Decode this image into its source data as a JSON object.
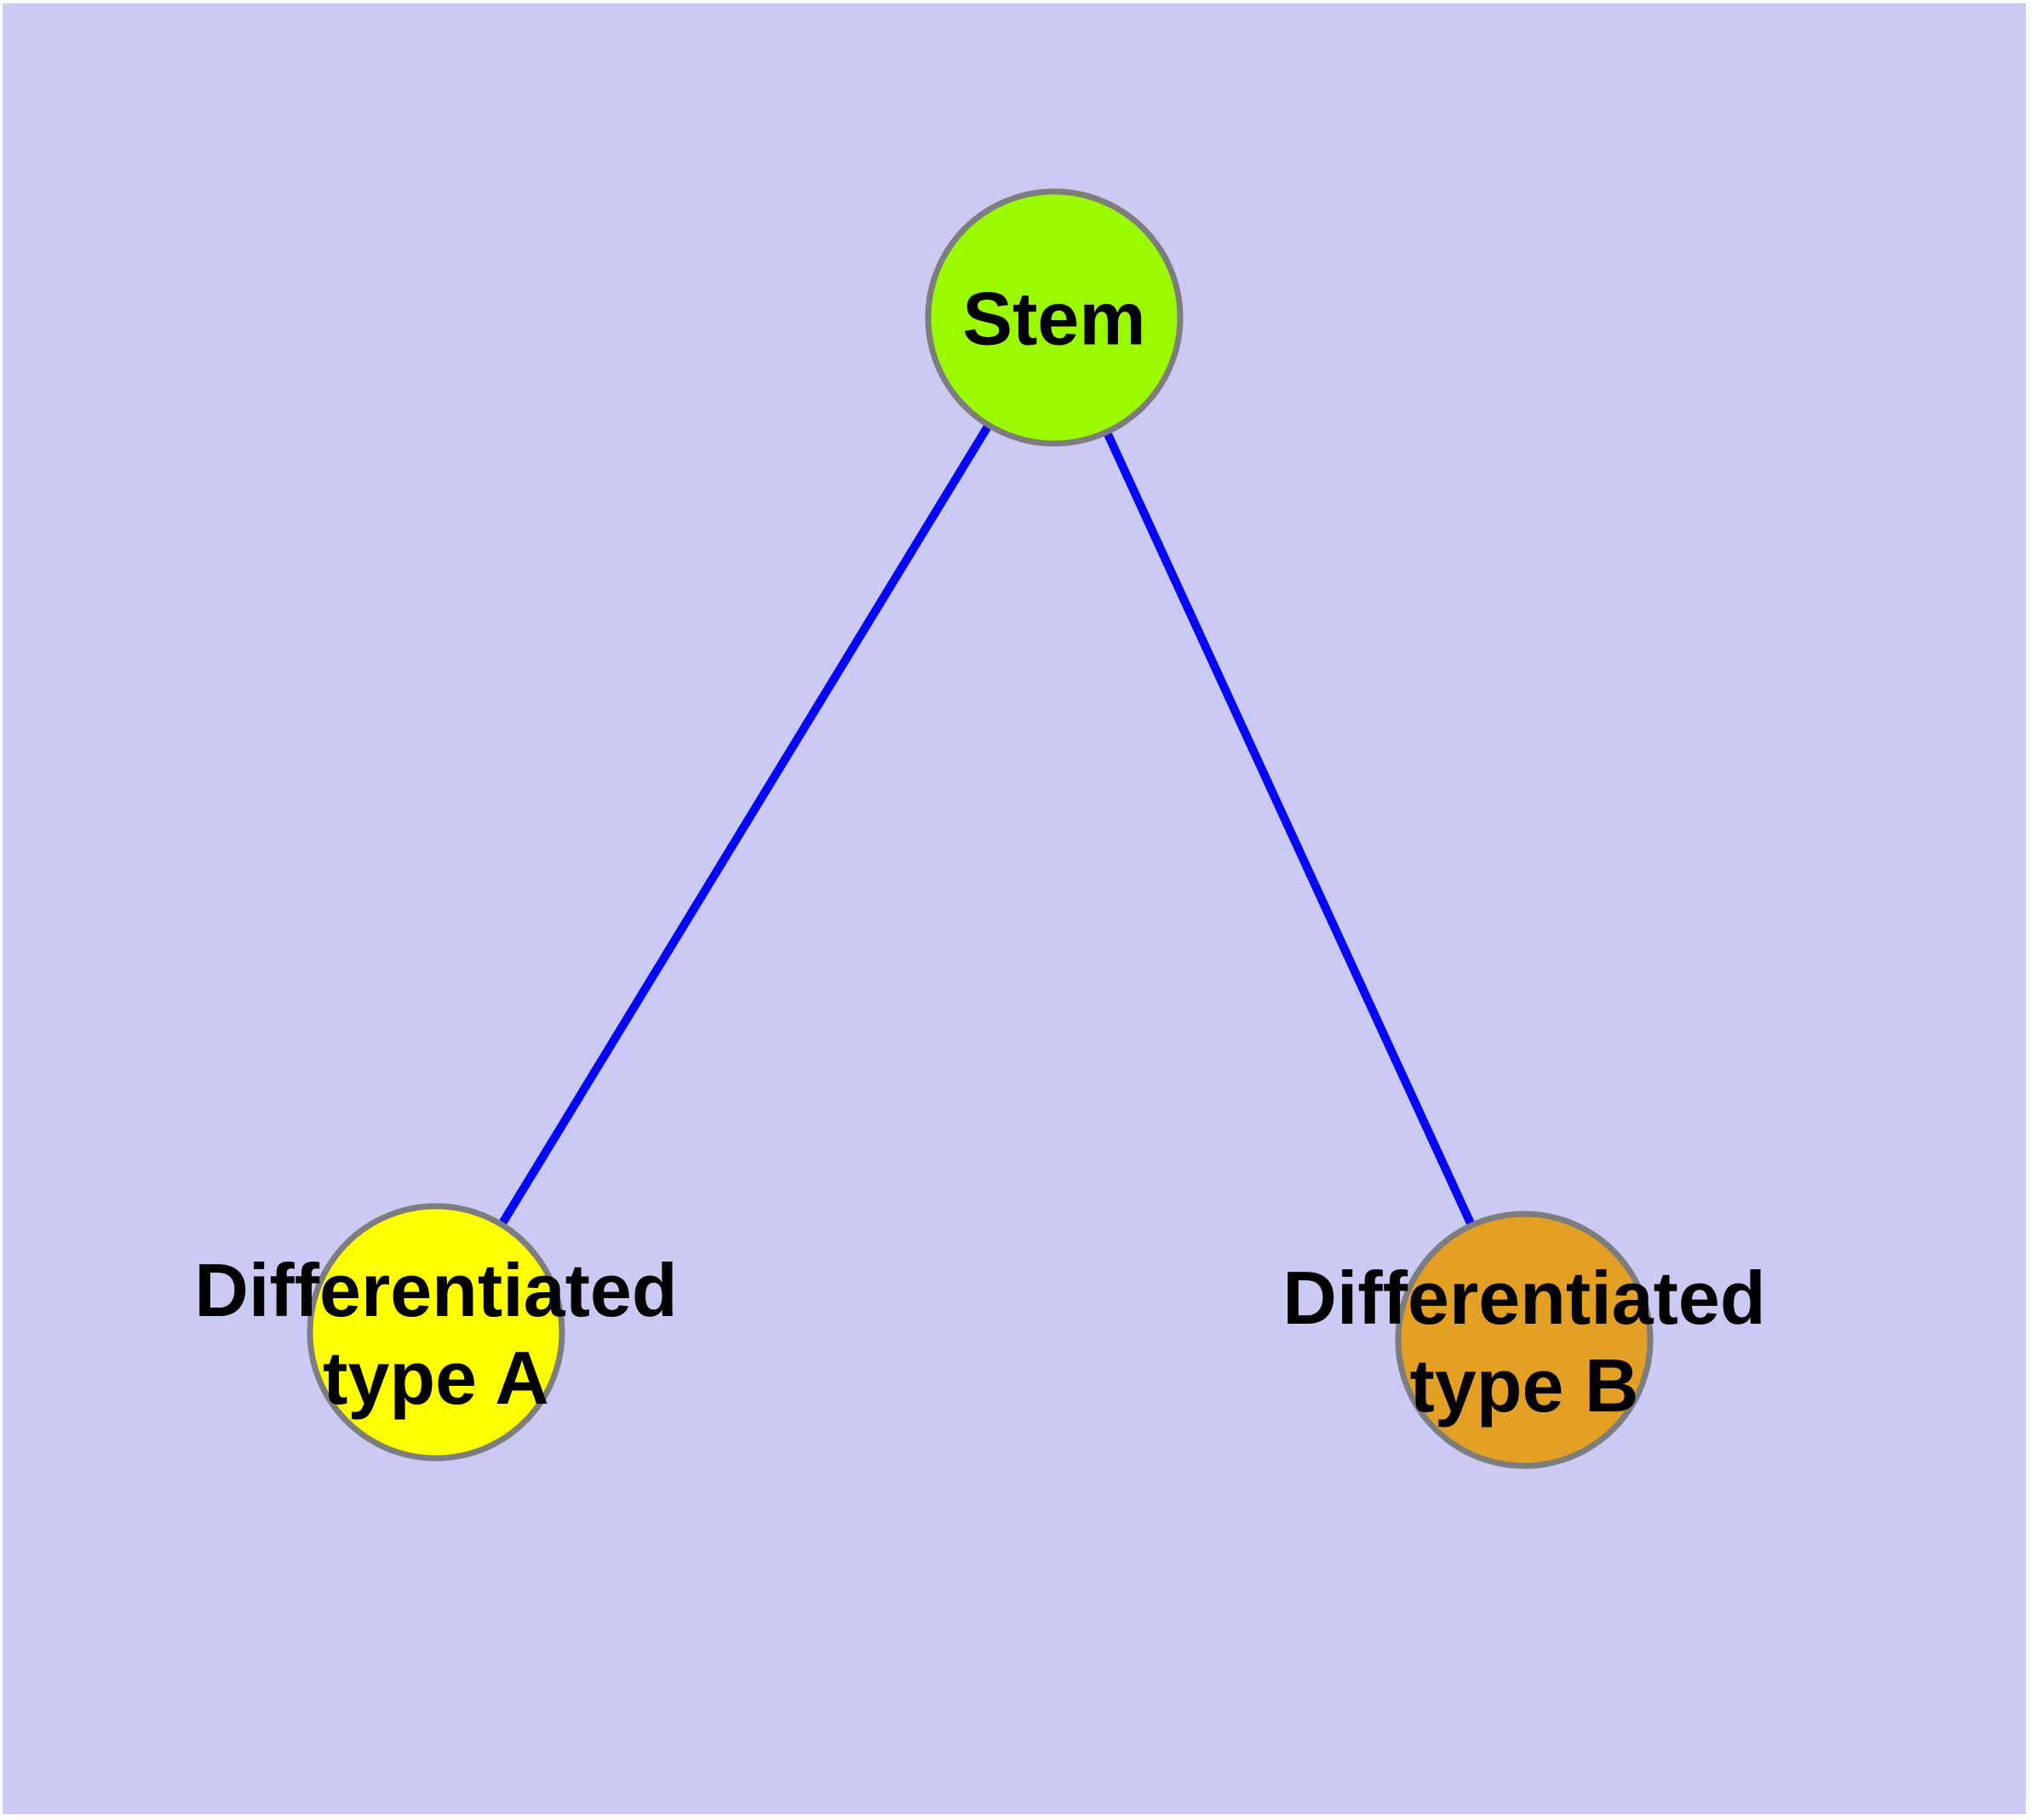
{
  "diagram": {
    "nodes": [
      {
        "id": "stem",
        "label": "Stem",
        "fill": "#9BFA00"
      },
      {
        "id": "diff-a",
        "label": "Differentiated\ntype A",
        "fill": "#FFFF00"
      },
      {
        "id": "diff-b",
        "label": "Differentiated\ntype B",
        "fill": "#E4A024"
      }
    ],
    "edges": [
      {
        "from": "stem",
        "to": "diff-a",
        "color": "#0404FB"
      },
      {
        "from": "stem",
        "to": "diff-b",
        "color": "#0404FB"
      }
    ],
    "colors": {
      "background": "#CACAF5",
      "page_margin": "#FFFFFF",
      "node_border": "#7D7D7D",
      "label_text": "#000000"
    }
  }
}
